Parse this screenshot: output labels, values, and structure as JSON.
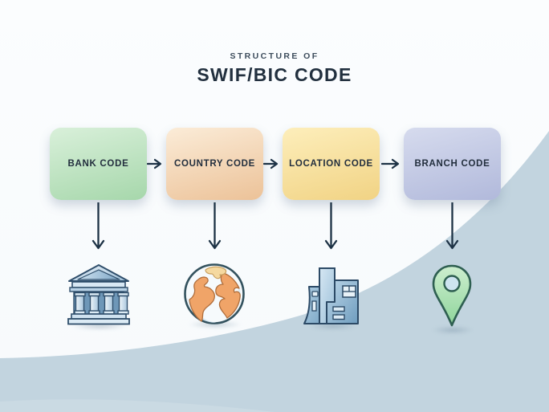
{
  "title": {
    "eyebrow": "STRUCTURE OF",
    "main": "SWIF/BIC CODE"
  },
  "flow": {
    "boxes": [
      {
        "label": "BANK CODE",
        "icon": "bank-icon",
        "colors": {
          "top": "#d9f0da",
          "bottom": "#a6d7ab"
        }
      },
      {
        "label": "COUNTRY CODE",
        "icon": "globe-icon",
        "colors": {
          "top": "#fbecd8",
          "bottom": "#ecc298"
        }
      },
      {
        "label": "LOCATION CODE",
        "icon": "city-buildings-icon",
        "colors": {
          "top": "#fdeebb",
          "bottom": "#f1d384"
        }
      },
      {
        "label": "BRANCH CODE",
        "icon": "map-pin-icon",
        "colors": {
          "top": "#d6dbee",
          "bottom": "#b1b9db"
        }
      }
    ],
    "connector_icon": "arrow-right",
    "drop_icon": "arrow-down"
  },
  "colors": {
    "background": "#fafcfd",
    "wave": "#c2d4df",
    "title": "#22303f",
    "eyebrow": "#3c4c5c",
    "box_text": "#232f3e",
    "arrow": "#1d3245",
    "icon_outline_blue": "#2f4e6b",
    "icon_fill_blue": "#a9c6dd",
    "globe_land_orange": "#f0a468",
    "pin_green": "#8fd59b"
  }
}
